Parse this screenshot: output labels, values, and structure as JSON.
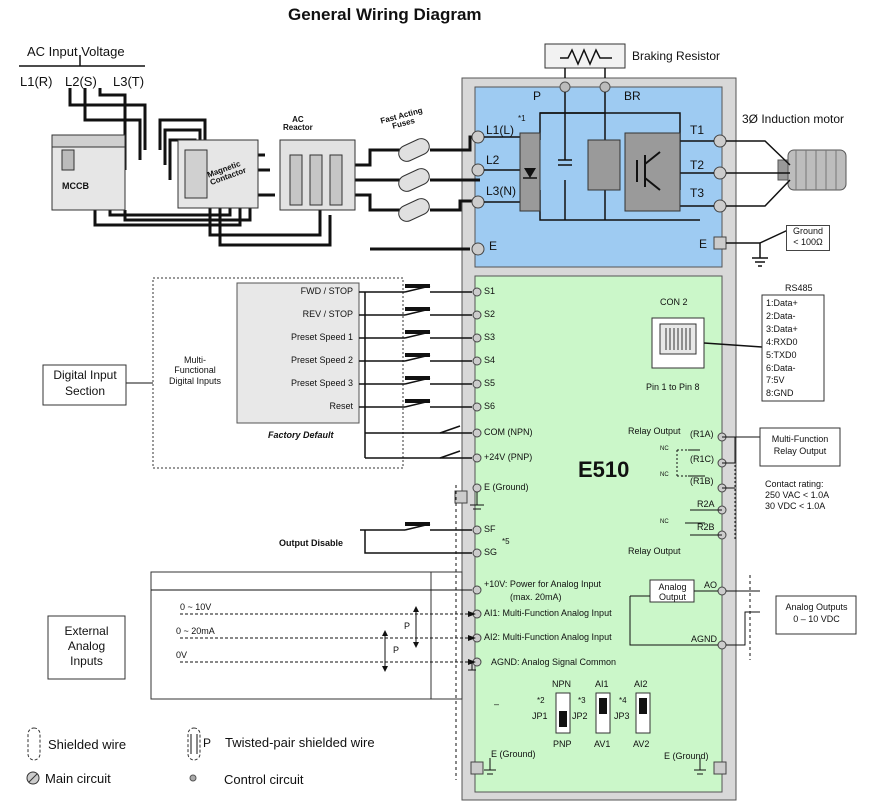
{
  "title": "General Wiring Diagram",
  "ac_input": {
    "label": "AC Input Voltage",
    "l1": "L1(R)",
    "l2": "L2(S)",
    "l3": "L3(T)"
  },
  "components": {
    "mccb": "MCCB",
    "magnetic_contactor": "Magnetic\nContactor",
    "ac_reactor": "AC\nReactor",
    "fuses": "Fast Acting\nFuses",
    "braking_resistor": "Braking Resistor",
    "motor": "3Ø Induction motor",
    "ground": "Ground\n< 100Ω"
  },
  "power_terminals": {
    "p": "P",
    "br": "BR",
    "note1": "*1",
    "l1": "L1(L)",
    "l2": "L2",
    "l3": "L3(N)",
    "e": "E",
    "t1": "T1",
    "t2": "T2",
    "t3": "T3",
    "e_right": "E"
  },
  "digital_inputs": {
    "section": "Digital Input\nSection",
    "multi": "Multi-\nFunctional\nDigital Inputs",
    "factory_default": "Factory Default",
    "items": [
      {
        "function": "FWD / STOP",
        "terminal": "S1"
      },
      {
        "function": "REV / STOP",
        "terminal": "S2"
      },
      {
        "function": "Preset Speed 1",
        "terminal": "S3"
      },
      {
        "function": "Preset Speed 2",
        "terminal": "S4"
      },
      {
        "function": "Preset Speed 3",
        "terminal": "S5"
      },
      {
        "function": "Reset",
        "terminal": "S6"
      }
    ],
    "com": "COM (NPN)",
    "v24": "+24V (PNP)",
    "e_ground": "E (Ground)"
  },
  "output_disable": {
    "label": "Output Disable",
    "sf": "SF",
    "sg": "SG",
    "note5": "*5"
  },
  "drive_model": "E510",
  "rs485": {
    "title": "RS485",
    "con2": "CON 2",
    "pins_label": "Pin 1 to Pin 8",
    "pins": [
      "1:Data+",
      "2:Data-",
      "3:Data+",
      "4:RXD0",
      "5:TXD0",
      "6:Data-",
      "7:5V",
      "8:GND"
    ]
  },
  "relay": {
    "relay_output_top": "Relay Output",
    "r1a": "(R1A)",
    "r1c": "(R1C)",
    "r1b": "(R1B)",
    "r2a": "R2A",
    "r2b": "R2B",
    "nc": "NC",
    "relay_output_bottom": "Relay Output",
    "multi_function": "Multi-Function\nRelay Output",
    "rating": "Contact rating:\n250 VAC < 1.0A\n30 VDC < 1.0A"
  },
  "analog": {
    "section": "External\nAnalog\nInputs",
    "v10": "+10V: Power for Analog Input",
    "v10_max": "(max. 20mA)",
    "ai1": "AI1: Multi-Function Analog Input",
    "ai2": "AI2: Multi-Function Analog Input",
    "agnd": "AGND: Analog Signal Common",
    "range1": "0 ~ 10V",
    "range2": "0 ~ 20mA",
    "range3": "0V",
    "p": "P",
    "analog_output": "Analog\nOutput",
    "ao": "AO",
    "agnd_out": "AGND",
    "outputs_box": "Analog Outputs\n0 – 10 VDC"
  },
  "jumpers": {
    "npn": "NPN",
    "pnp": "PNP",
    "ai1": "AI1",
    "av1": "AV1",
    "ai2": "AI2",
    "av2": "AV2",
    "jp1": "JP1",
    "jp2": "JP2",
    "jp3": "JP3",
    "n2": "*2",
    "n3": "*3",
    "n4": "*4",
    "dash": "–"
  },
  "bottom": {
    "e_ground_left": "E (Ground)",
    "e_ground_right": "E (Ground)"
  },
  "legend": {
    "shielded": "Shielded wire",
    "twisted": "Twisted-pair shielded wire",
    "p": "P",
    "main": "Main circuit",
    "control": "Control circuit"
  },
  "colors": {
    "power_panel": "#9ecbf2",
    "control_panel": "#cbf7c9",
    "outer_panel": "#d8d8d8"
  }
}
